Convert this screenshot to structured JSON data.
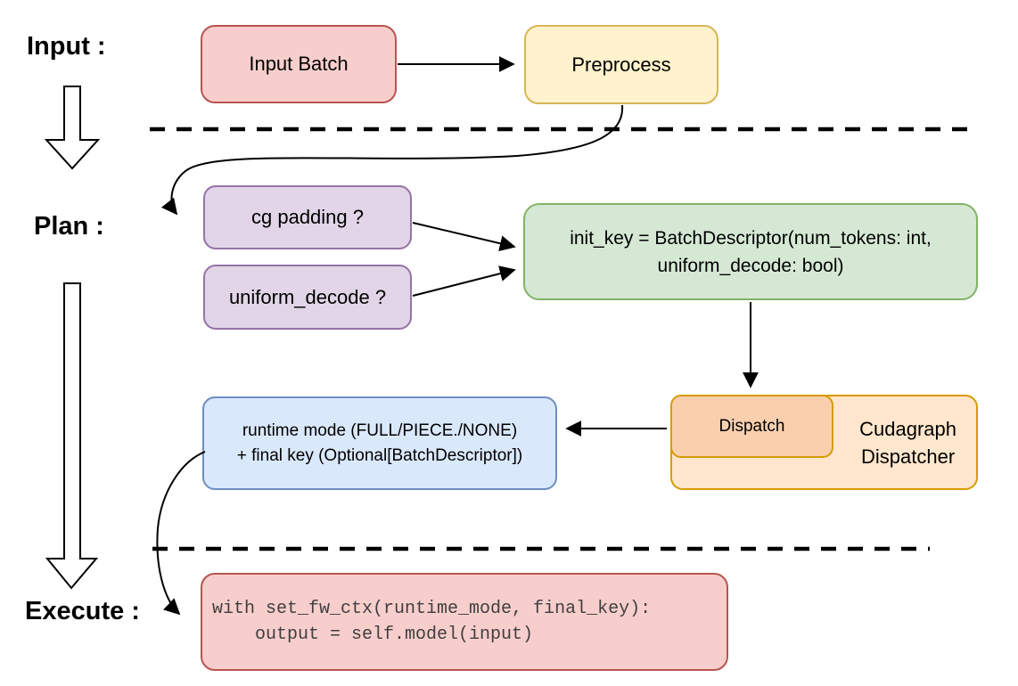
{
  "diagram": {
    "title_context": "cudagraph dispatch pipeline",
    "stage_labels": {
      "input": "Input :",
      "plan": "Plan :",
      "execute": "Execute :"
    },
    "nodes": {
      "input_batch": {
        "label": "Input Batch"
      },
      "preprocess": {
        "label": "Preprocess"
      },
      "cg_padding": {
        "label": "cg padding ?"
      },
      "uniform_decode": {
        "label": "uniform_decode ?"
      },
      "init_key": {
        "line1": "init_key = BatchDescriptor(num_tokens: int,",
        "line2": "uniform_decode: bool)"
      },
      "dispatch": {
        "label": "Dispatch"
      },
      "cudagraph_dispatcher": {
        "line1": "Cudagraph",
        "line2": "Dispatcher"
      },
      "runtime_mode": {
        "line1": "runtime mode (FULL/PIECE./NONE)",
        "line2": "+ final key (Optional[BatchDescriptor])"
      },
      "execute_code": {
        "line1": "with set_fw_ctx(runtime_mode, final_key):",
        "line2": "    output = self.model(input)"
      }
    },
    "palette": {
      "red_fill": "#f8cecc",
      "red_stroke": "#b85450",
      "yellow_fill": "#fff2cc",
      "yellow_stroke": "#d6b656",
      "purple_fill": "#e1d5e7",
      "purple_stroke": "#9673a6",
      "green_fill": "#d5e8d4",
      "green_stroke": "#82b366",
      "blue_fill": "#dae8fc",
      "blue_stroke": "#6c8ebf",
      "orange_fill": "#ffe6cc",
      "orange_deep_fill": "#f9cfad",
      "orange_stroke": "#d79b00",
      "connector": "#000000",
      "code_text": "#3f3f3f"
    }
  }
}
